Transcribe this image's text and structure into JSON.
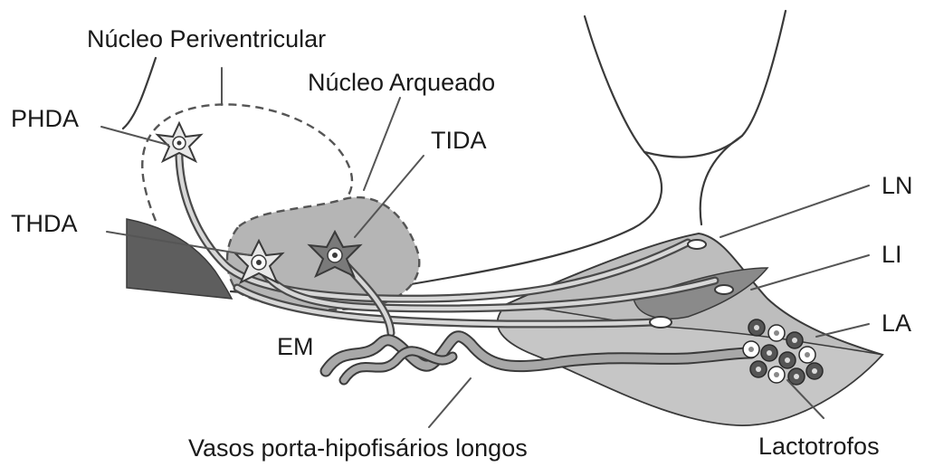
{
  "labels": {
    "periventricular": "Núcleo Periventricular",
    "arcuate": "Núcleo Arqueado",
    "phda": "PHDA",
    "tida": "TIDA",
    "thda": "THDA",
    "em": "EM",
    "ln": "LN",
    "li": "LI",
    "la": "LA",
    "portal_vessels": "Vasos porta-hipofisários longos",
    "lactotrophs": "Lactotrofos"
  },
  "colors": {
    "outline": "#3a3a3a",
    "lobe_fill": "#bdbdbd",
    "li_fill": "#8a8a8a",
    "arcuate_fill": "#b5b5b5",
    "dark_wedge": "#5e5e5e",
    "neuron_fill": "#e8e8e8"
  }
}
